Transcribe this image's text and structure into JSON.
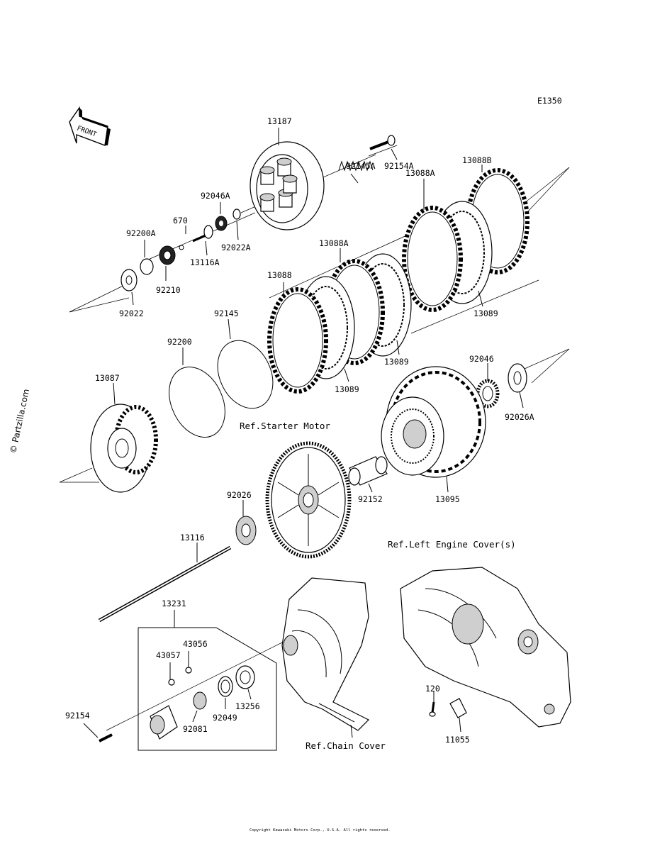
{
  "diagram_code": "E1350",
  "front_label": "FRONT",
  "watermark": "© Partzilla.com",
  "parts": {
    "p13187": "13187",
    "p92154A": "92154A",
    "p92145A": "92145A",
    "p13088B": "13088B",
    "p13088A_top": "13088A",
    "p92046A": "92046A",
    "p670": "670",
    "p92022A": "92022A",
    "p92200A": "92200A",
    "p13116A": "13116A",
    "p13088A_mid": "13088A",
    "p92210": "92210",
    "p13088": "13088",
    "p92022": "92022",
    "p13089_right": "13089",
    "p92145": "92145",
    "p92200": "92200",
    "p13089_mid": "13089",
    "p13089_low": "13089",
    "p92046": "92046",
    "p13087": "13087",
    "p92026A": "92026A",
    "p92026": "92026",
    "p92152": "92152",
    "p13095": "13095",
    "p13116": "13116",
    "p13231": "13231",
    "p43056": "43056",
    "p43057": "43057",
    "p13256": "13256",
    "p92154": "92154",
    "p92049": "92049",
    "p92081": "92081",
    "p120": "120",
    "p11055": "11055"
  },
  "references": {
    "starter_motor": "Ref.Starter Motor",
    "left_engine_cover": "Ref.Left Engine Cover(s)",
    "chain_cover": "Ref.Chain Cover"
  },
  "footer_text": "Copyright Kawasaki Motors Corp., U.S.A. All rights reserved."
}
